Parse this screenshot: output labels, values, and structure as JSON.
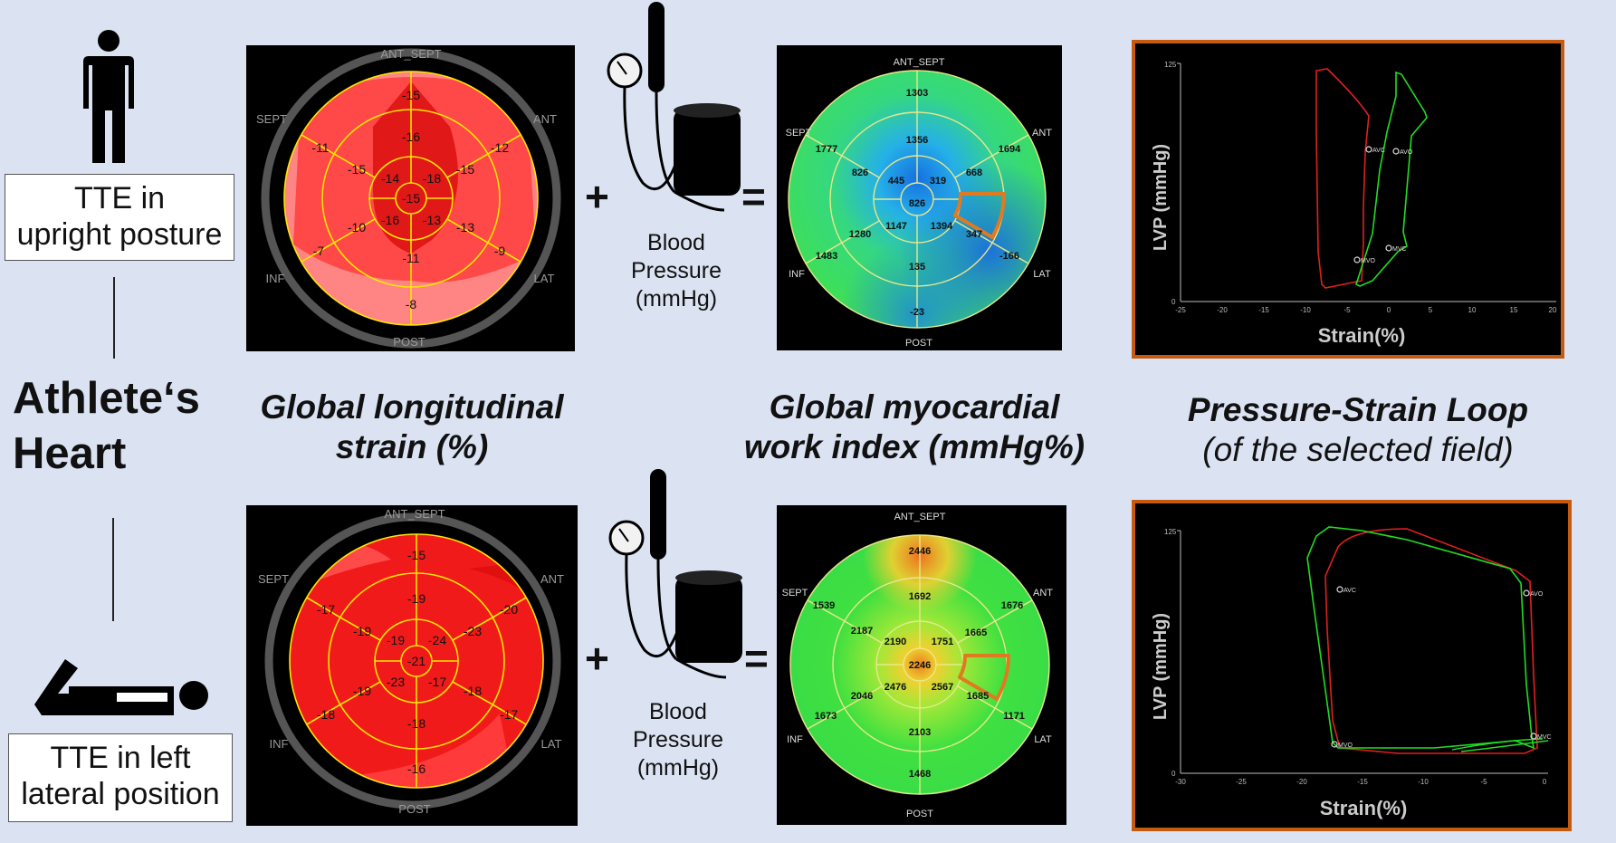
{
  "left": {
    "upright_label": [
      "TTE in",
      "upright posture"
    ],
    "lateral_label": [
      "TTE in left",
      "lateral position"
    ],
    "athlete_title": [
      "Athlete‘s",
      "Heart"
    ]
  },
  "titles": {
    "gls": [
      "Global longitudinal",
      "strain (%)"
    ],
    "gwi": [
      "Global myocardial",
      "work index (mmHg%)"
    ],
    "psl": [
      "Pressure-Strain Loop",
      "(of the selected field)"
    ]
  },
  "operators": {
    "plus": "+",
    "equals": "="
  },
  "bp_label": [
    "Blood",
    "Pressure",
    "(mmHg)"
  ],
  "bullseye_labels": {
    "top": "ANT_SEPT",
    "upper_left": "SEPT",
    "upper_right": "ANT",
    "lower_left": "INF",
    "lower_right": "LAT",
    "bottom": "POST"
  },
  "gls_upright": {
    "basal": [
      "-15",
      "-12",
      "-9",
      "-8",
      "-7",
      "-11"
    ],
    "mid": [
      "-16",
      "-15",
      "-13",
      "-11",
      "-10",
      "-15"
    ],
    "apical": [
      "-18",
      "-13",
      "-16",
      "-14"
    ],
    "apex": "-15"
  },
  "gls_lateral": {
    "basal": [
      "-15",
      "-20",
      "-17",
      "-16",
      "-18",
      "-17"
    ],
    "mid": [
      "-19",
      "-23",
      "-18",
      "-18",
      "-19",
      "-19"
    ],
    "apical": [
      "-24",
      "-17",
      "-23",
      "-19"
    ],
    "apex": "-21"
  },
  "gwi_upright": {
    "basal": [
      "1303",
      "1694",
      "-166",
      "-23",
      "1483",
      "1777"
    ],
    "mid": [
      "1356",
      "668",
      "347",
      "135",
      "1280",
      "826"
    ],
    "apical": [
      "319",
      "1394",
      "1147",
      "445"
    ],
    "apex": "826"
  },
  "gwi_lateral": {
    "basal": [
      "2446",
      "1676",
      "1171",
      "1468",
      "1673",
      "1539"
    ],
    "mid": [
      "1692",
      "1665",
      "1685",
      "2103",
      "2046",
      "2187"
    ],
    "apical": [
      "1751",
      "2567",
      "2476",
      "2190"
    ],
    "apex": "2246"
  },
  "loop_upright": {
    "ylabel": "LVP (mmHg)",
    "xlabel": "Strain(%)",
    "y_ticks": [
      "125",
      "0"
    ],
    "x_ticks": [
      "-25",
      "-20",
      "-15",
      "-10",
      "-5",
      "0",
      "5",
      "10",
      "15",
      "20"
    ],
    "events": [
      "AVC",
      "AVO",
      "MVC",
      "MVO"
    ]
  },
  "loop_lateral": {
    "ylabel": "LVP (mmHg)",
    "xlabel": "Strain(%)",
    "y_ticks": [
      "125",
      "0"
    ],
    "x_ticks": [
      "-30",
      "-25",
      "-20",
      "-15",
      "-10",
      "-5",
      "0"
    ],
    "events": [
      "AVC",
      "AVO",
      "MVC",
      "MVO"
    ]
  },
  "colors": {
    "loop_border": "#c55a11",
    "curve_red": "#e02020",
    "curve_green": "#22dd22",
    "ring_yellow": "#ffe600"
  }
}
